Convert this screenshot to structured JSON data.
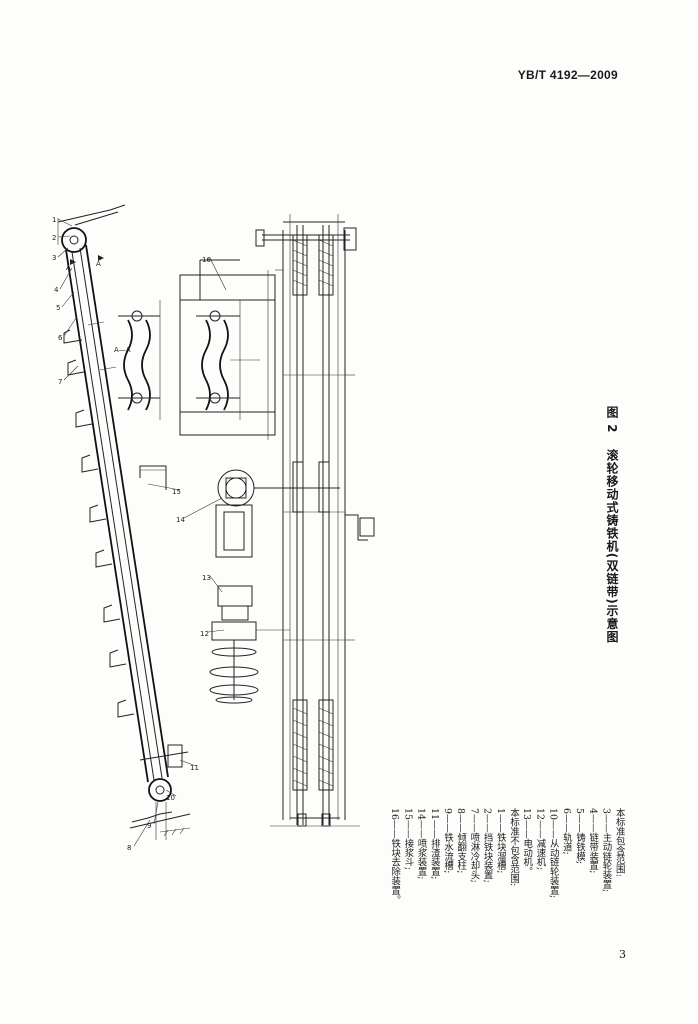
{
  "header": {
    "standard_code": "YB/T 4192—2009"
  },
  "figure": {
    "caption_number": "图 2",
    "caption_title": "滚轮移动式铸铁机(双链带)示意图",
    "section_label": "A—A",
    "part_labels": [
      "1",
      "2",
      "3",
      "4",
      "5",
      "6",
      "7",
      "8",
      "9",
      "10",
      "11",
      "12",
      "13",
      "14",
      "15",
      "16"
    ],
    "arrow_labels": [
      "A",
      "A"
    ]
  },
  "legend": {
    "included_heading": "本标准包含范围:",
    "included_items": [
      "3——主动链轮装置;",
      "4——链带装置;",
      "5——铸铁模;",
      "6——轨道;",
      "10——从动链轮装置;",
      "12——减速机;",
      "13——电动机。"
    ],
    "excluded_heading": "本标准不包含范围:",
    "excluded_items": [
      "1——铁块溜槽;",
      "2——挡铁块装置;",
      "7——喷淋冷却头;",
      "8——倾翻支柱;",
      "9——铁水流槽;",
      "11——排渣装置;",
      "14——喷浆装置;",
      "15——接浆斗;",
      "16——铁块去除装置。"
    ]
  },
  "footer": {
    "page_number": "3"
  }
}
